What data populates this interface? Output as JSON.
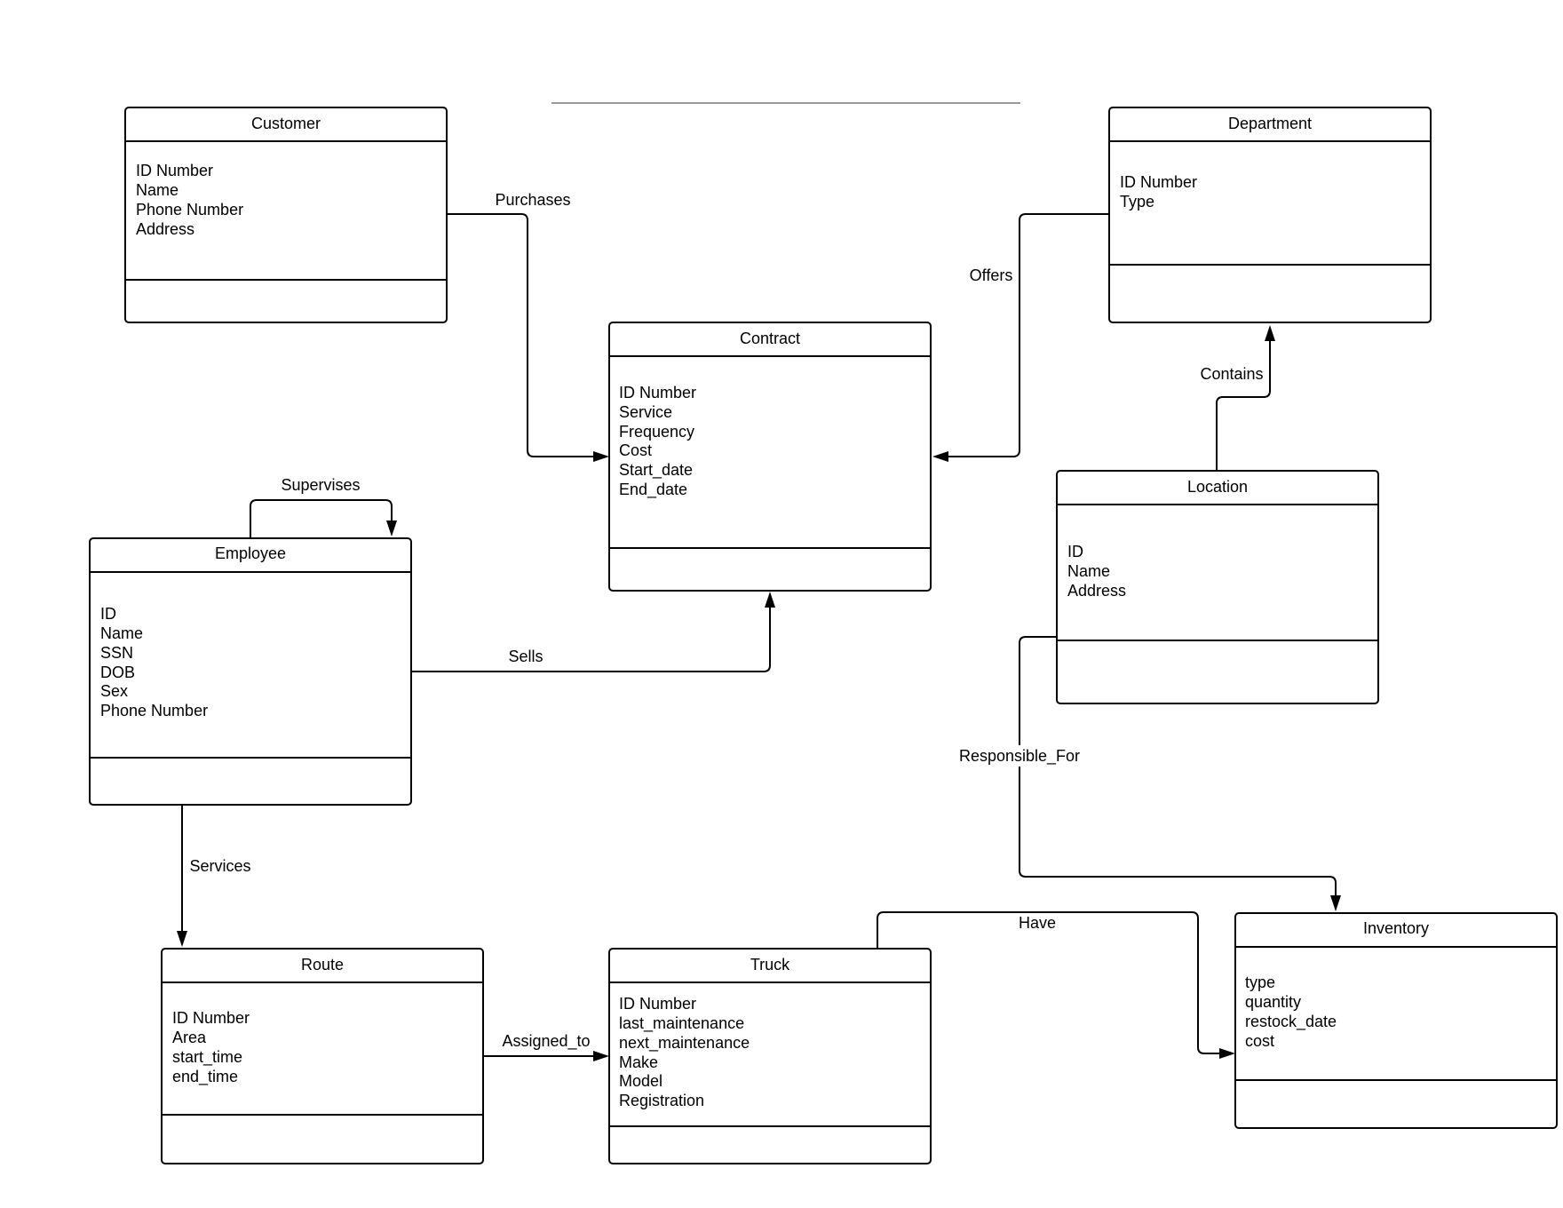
{
  "entities": {
    "customer": {
      "title": "Customer",
      "attributes": [
        "ID Number",
        "Name",
        "Phone Number",
        "Address"
      ]
    },
    "department": {
      "title": "Department",
      "attributes": [
        "ID Number",
        "Type"
      ]
    },
    "contract": {
      "title": "Contract",
      "attributes": [
        "ID Number",
        "Service",
        "Frequency",
        "Cost",
        "Start_date",
        "End_date"
      ]
    },
    "location": {
      "title": "Location",
      "attributes": [
        "ID",
        "Name",
        "Address"
      ]
    },
    "employee": {
      "title": "Employee",
      "attributes": [
        "ID",
        "Name",
        "SSN",
        "DOB",
        "Sex",
        "Phone Number"
      ]
    },
    "route": {
      "title": "Route",
      "attributes": [
        "ID Number",
        "Area",
        "start_time",
        "end_time"
      ]
    },
    "truck": {
      "title": "Truck",
      "attributes": [
        "ID Number",
        "last_maintenance",
        "next_maintenance",
        "Make",
        "Model",
        "Registration"
      ]
    },
    "inventory": {
      "title": "Inventory",
      "attributes": [
        "type",
        "quantity",
        "restock_date",
        "cost"
      ]
    }
  },
  "relationships": {
    "purchases": {
      "label": "Purchases"
    },
    "offers": {
      "label": "Offers"
    },
    "contains": {
      "label": "Contains"
    },
    "supervises": {
      "label": "Supervises"
    },
    "sells": {
      "label": "Sells"
    },
    "responsible_for": {
      "label": "Responsible_For"
    },
    "services": {
      "label": "Services"
    },
    "have": {
      "label": "Have"
    },
    "assigned_to": {
      "label": "Assigned_to"
    }
  }
}
